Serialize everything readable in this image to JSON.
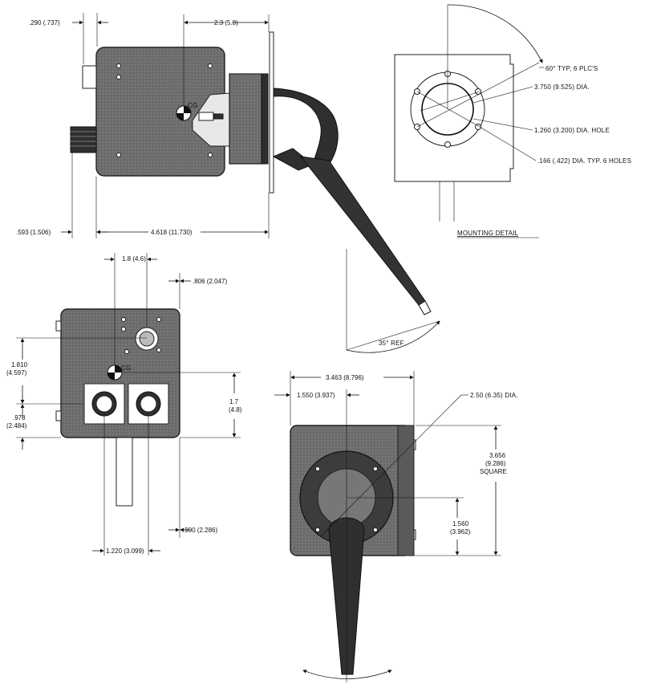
{
  "colors": {
    "ink": "#111111",
    "housing": "#6e6e6e",
    "housing_dark": "#2f2f2f",
    "paper": "#ffffff"
  },
  "side_view": {
    "dim_top_left": ".290 (.737)",
    "dim_top_right": "2.3 (5.8)",
    "dim_bottom_left": ".593 (1.506)",
    "dim_bottom_overall": "4.618 (11.730)",
    "cg_label": "CG"
  },
  "mounting_detail": {
    "title": "MOUNTING   DETAIL",
    "callout_angle": "60° TYP, 6 PLC'S",
    "callout_bolt_circle": "3.750 (9.525) DIA.",
    "callout_hole": "1.260 (3.200) DIA. HOLE",
    "callout_holes": ".166 (.422) DIA. TYP. 6 HOLES"
  },
  "angle_detail": {
    "label": "35° REF"
  },
  "front_view": {
    "dim_top": "1.8 (4.6)",
    "dim_top_right": ".806 (2.047)",
    "dim_left_upper": "1.810\n(4.597)",
    "dim_left_lower": ".978\n(2.484)",
    "dim_right": "1.7\n(4.8)",
    "dim_bottom_right": ".900 (2.286)",
    "dim_bottom": "1.220 (3.099)",
    "cg_label": "CG"
  },
  "bottom_view": {
    "dim_top_overall": "3.463 (8.796)",
    "dim_top_left": "1.550 (3.937)",
    "dim_dia": "2.50 (6.35) DIA.",
    "dim_right_square_1": "3.656",
    "dim_right_square_2": "(9.286)",
    "dim_right_square_3": "SQUARE",
    "dim_right_inner_1": "1.560",
    "dim_right_inner_2": "(3.962)"
  }
}
